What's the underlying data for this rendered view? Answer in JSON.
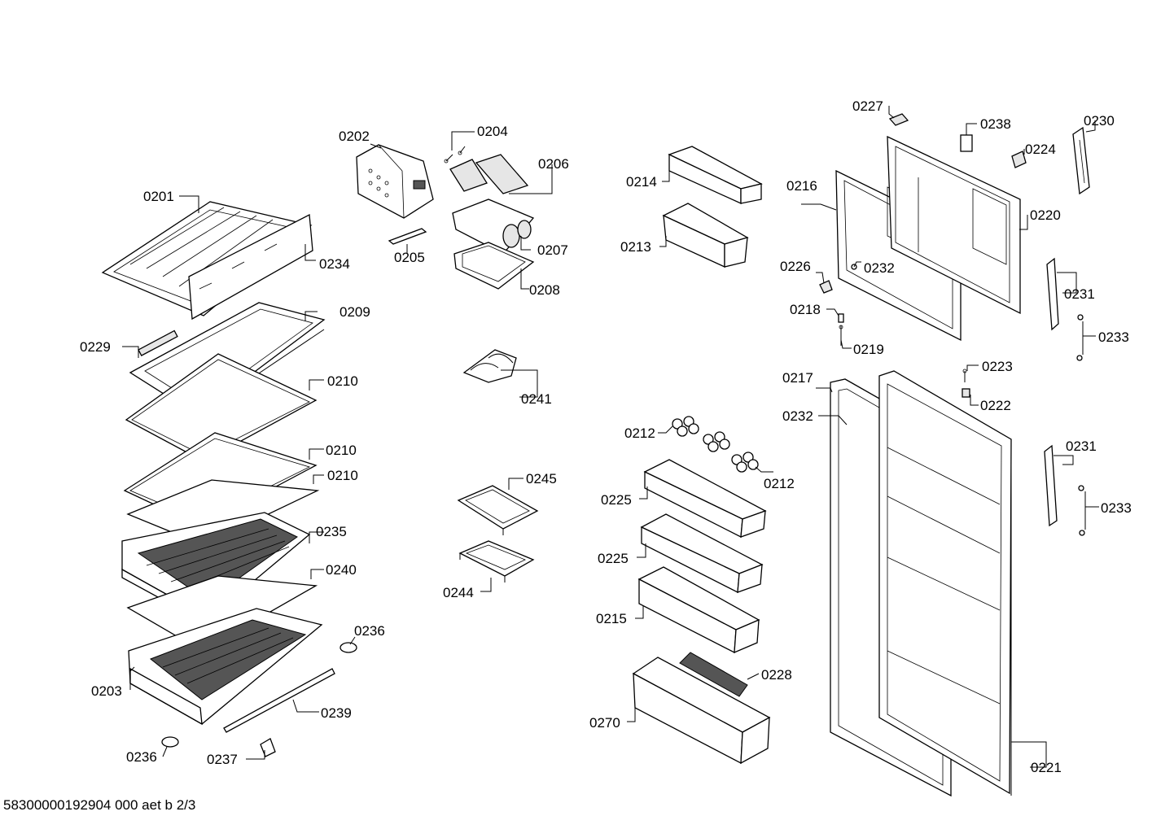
{
  "diagram": {
    "labels": {
      "p0201": "0201",
      "p0202": "0202",
      "p0203": "0203",
      "p0204": "0204",
      "p0205": "0205",
      "p0206": "0206",
      "p0207": "0207",
      "p0208": "0208",
      "p0209": "0209",
      "p0210a": "0210",
      "p0210b": "0210",
      "p0210c": "0210",
      "p0212a": "0212",
      "p0212b": "0212",
      "p0213": "0213",
      "p0214": "0214",
      "p0215": "0215",
      "p0216": "0216",
      "p0217": "0217",
      "p0218": "0218",
      "p0219": "0219",
      "p0220": "0220",
      "p0221": "0221",
      "p0222": "0222",
      "p0223": "0223",
      "p0224": "0224",
      "p0225a": "0225",
      "p0225b": "0225",
      "p0226": "0226",
      "p0227": "0227",
      "p0228": "0228",
      "p0229": "0229",
      "p0230": "0230",
      "p0231a": "0231",
      "p0231b": "0231",
      "p0232a": "0232",
      "p0232b": "0232",
      "p0233a": "0233",
      "p0233b": "0233",
      "p0234": "0234",
      "p0235": "0235",
      "p0236a": "0236",
      "p0236b": "0236",
      "p0237": "0237",
      "p0238": "0238",
      "p0239": "0239",
      "p0240": "0240",
      "p0241": "0241",
      "p0244": "0244",
      "p0245": "0245",
      "p0270": "0270"
    }
  },
  "footer": {
    "text": "58300000192904 000 aet b 2/3"
  }
}
